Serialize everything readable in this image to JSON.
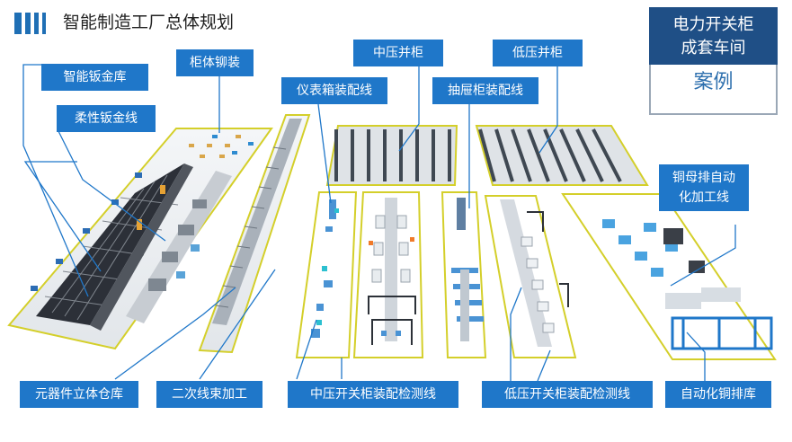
{
  "header": {
    "title": "智能制造工厂总体规划"
  },
  "case_box": {
    "line1": "电力开关柜",
    "line2": "成套车间",
    "tag": "案例"
  },
  "labels": {
    "smart_sheet_metal_store": "智能钣金库",
    "cabinet_riveting": "柜体铆装",
    "flexible_sheet_metal_line": "柔性钣金线",
    "instrument_box_assembly": "仪表箱装配线",
    "mv_parallel_cabinet": "中压并柜",
    "lv_parallel_cabinet": "低压并柜",
    "drawer_cabinet_assembly": "抽屉柜装配线",
    "copper_busbar_line_1": "铜母排自动",
    "copper_busbar_line_2": "化加工线",
    "component_warehouse": "元器件立体仓库",
    "secondary_harness": "二次线束加工",
    "mv_switchgear_test": "中压开关柜装配检测线",
    "lv_switchgear_test": "低压开关柜装配检测线",
    "auto_copper_store": "自动化铜排库"
  },
  "colors": {
    "label_bg": "#1f77c9",
    "case_bg": "#1f4f86",
    "zone_outline": "#d4cf2a",
    "leader": "#1f77c9"
  }
}
